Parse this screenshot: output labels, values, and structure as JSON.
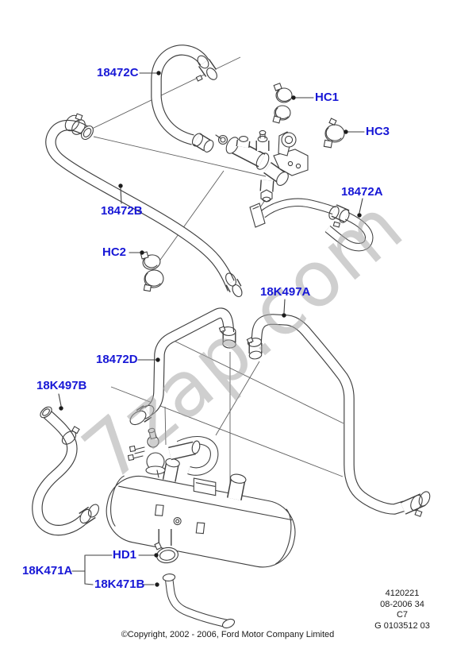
{
  "watermark": "7zap.com",
  "parts": {
    "18472C": "18472C",
    "HC1": "HC1",
    "HC3": "HC3",
    "18472A": "18472A",
    "18472B": "18472B",
    "HC2": "HC2",
    "18K497A": "18K497A",
    "18472D": "18472D",
    "18K497B": "18K497B",
    "HD1": "HD1",
    "18K471A": "18K471A",
    "18K471B": "18K471B"
  },
  "footer": {
    "copyright": "©Copyright, 2002 - 2006, Ford Motor Company Limited",
    "doc_number": "4120221",
    "doc_date": "08-2006 34",
    "doc_code": "C7",
    "doc_ref": "G 0103512 03"
  },
  "colors": {
    "label": "#1717d6",
    "line": "#3f3f3f",
    "watermark": "#a8a8a8"
  }
}
